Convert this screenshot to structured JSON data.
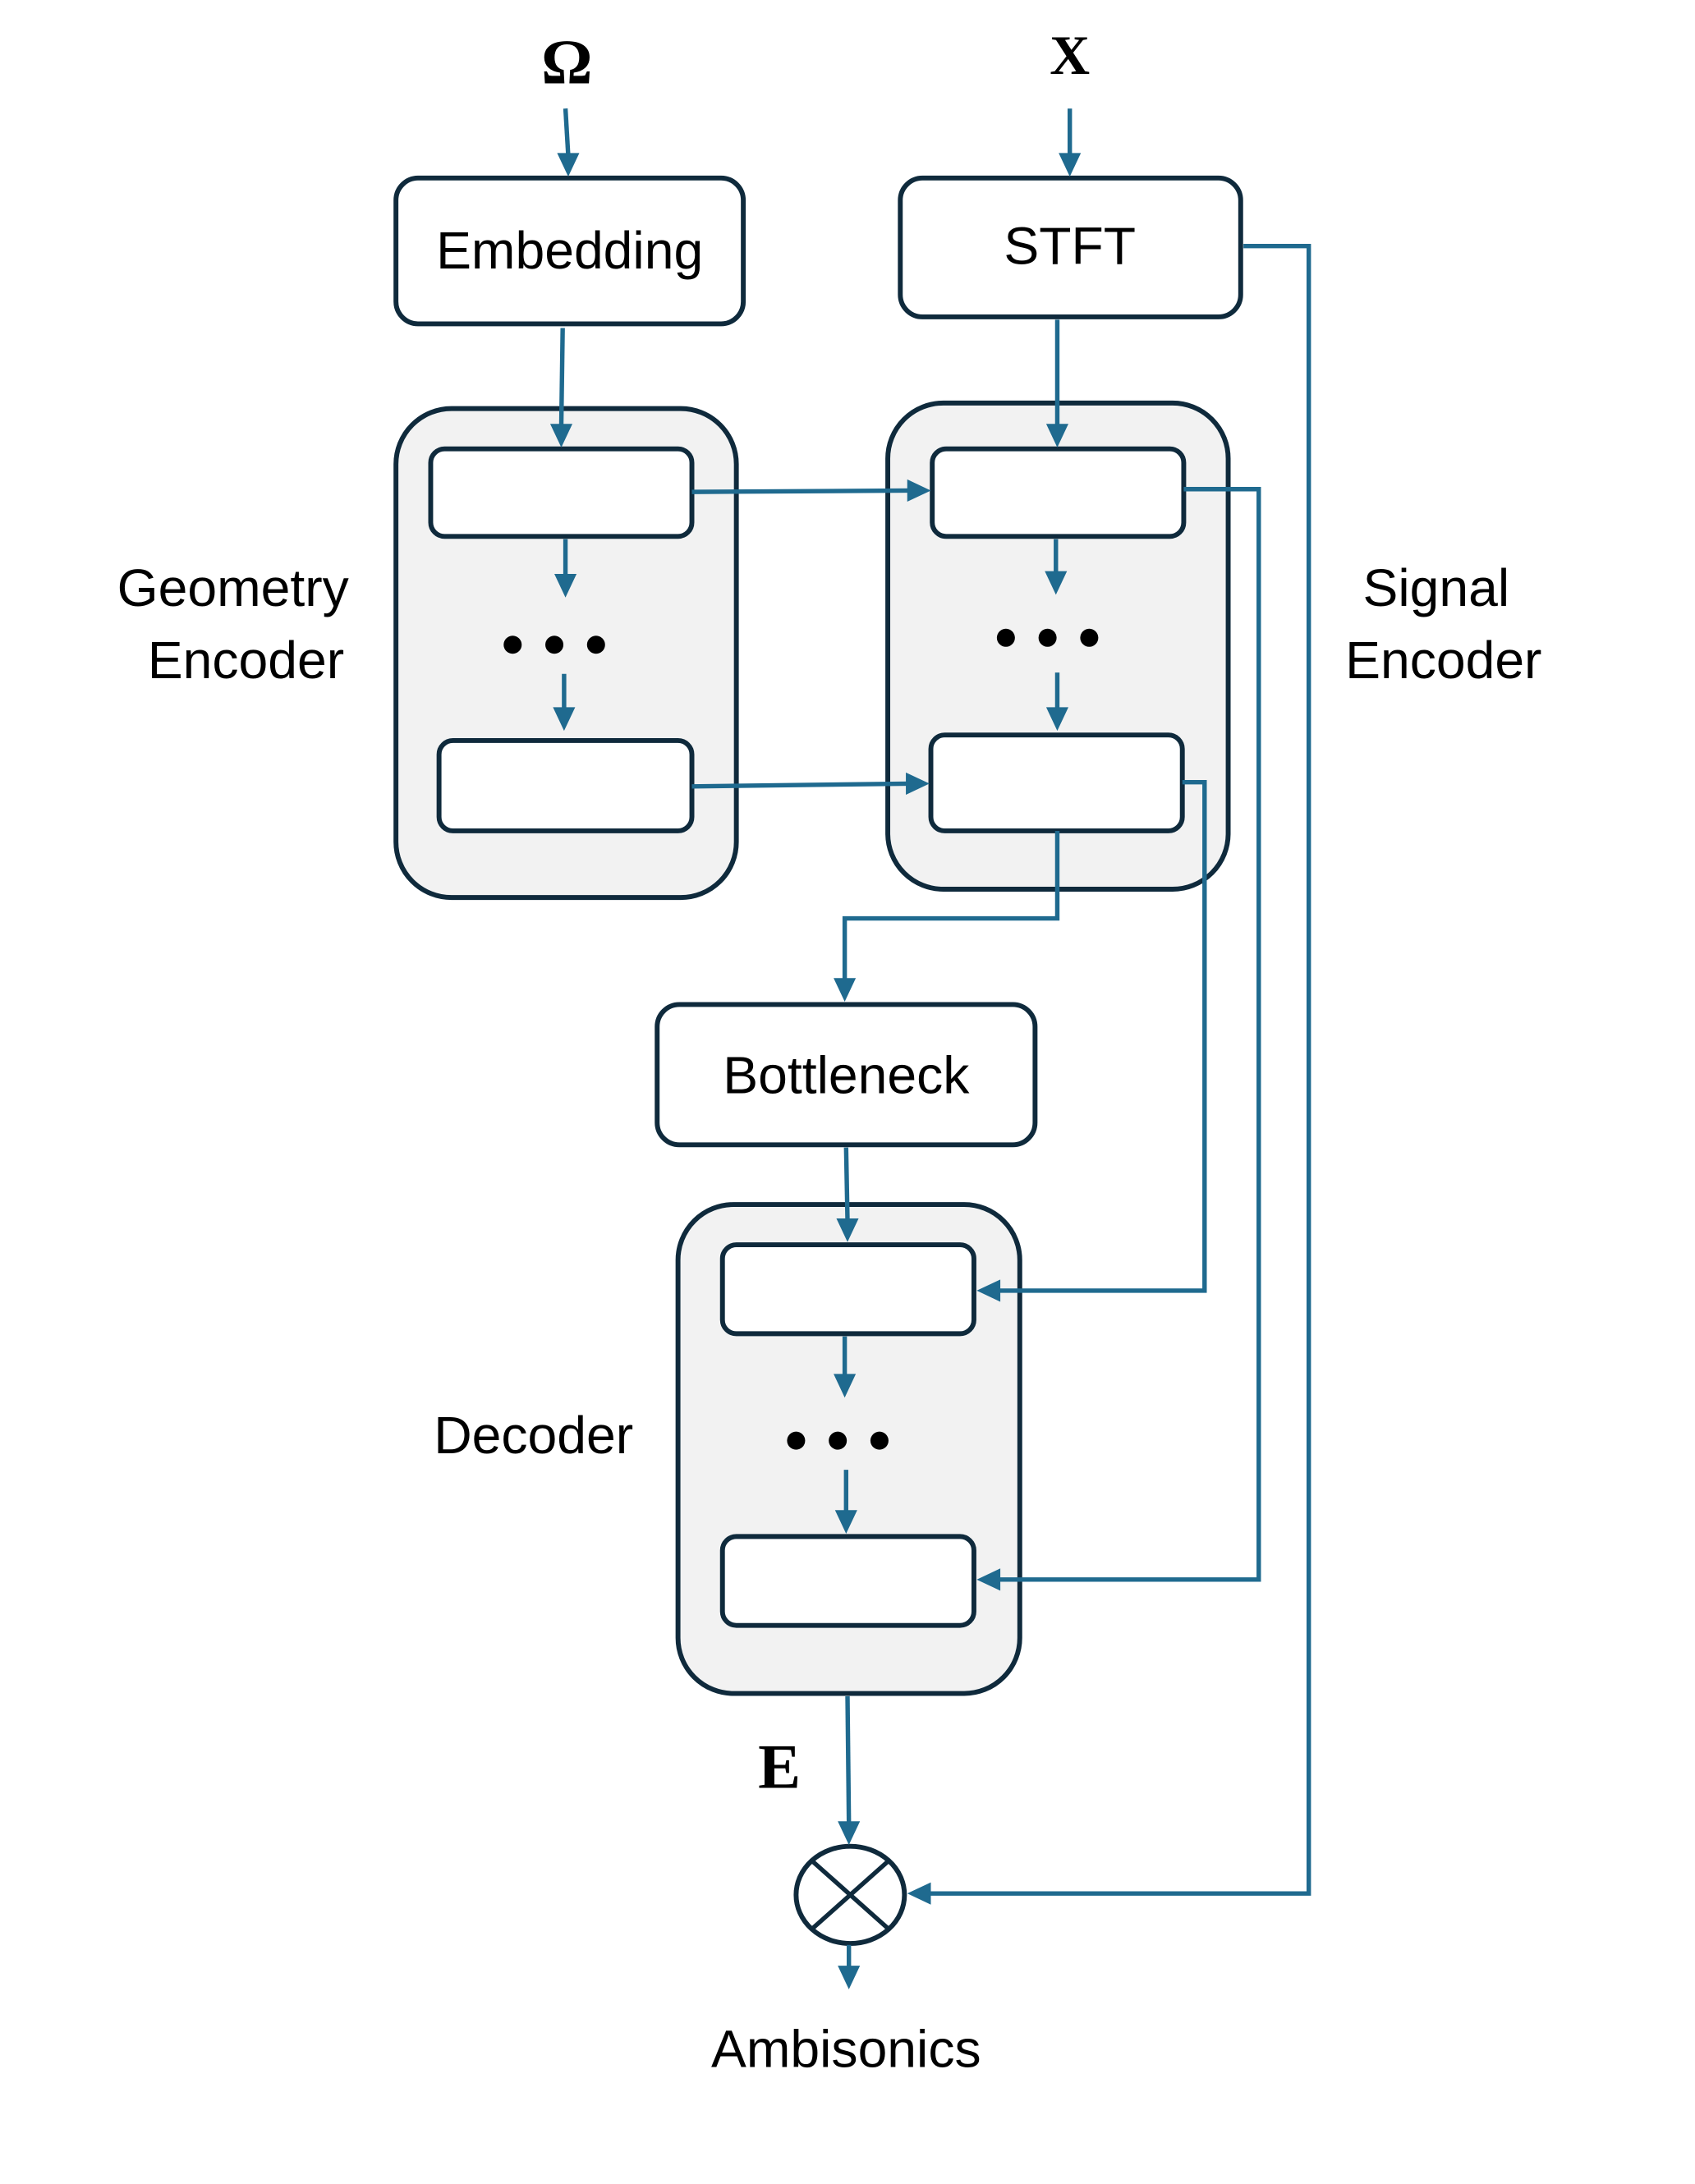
{
  "diagram": {
    "inputs": {
      "geometry_symbol": "Ω",
      "signal_symbol": "X"
    },
    "blocks": {
      "embedding": "Embedding",
      "stft": "STFT",
      "bottleneck": "Bottleneck"
    },
    "groups": {
      "geometry_encoder": [
        "Geometry",
        "Encoder"
      ],
      "signal_encoder": [
        "Signal",
        "Encoder"
      ],
      "decoder": "Decoder"
    },
    "ellipsis": "•••",
    "intermediate_symbol": "E",
    "operator": "multiply",
    "output": "Ambisonics",
    "colors": {
      "arrow": "#1f6a8f",
      "box_stroke": "#0f2a3c",
      "container_fill": "#f2f2f2"
    }
  }
}
